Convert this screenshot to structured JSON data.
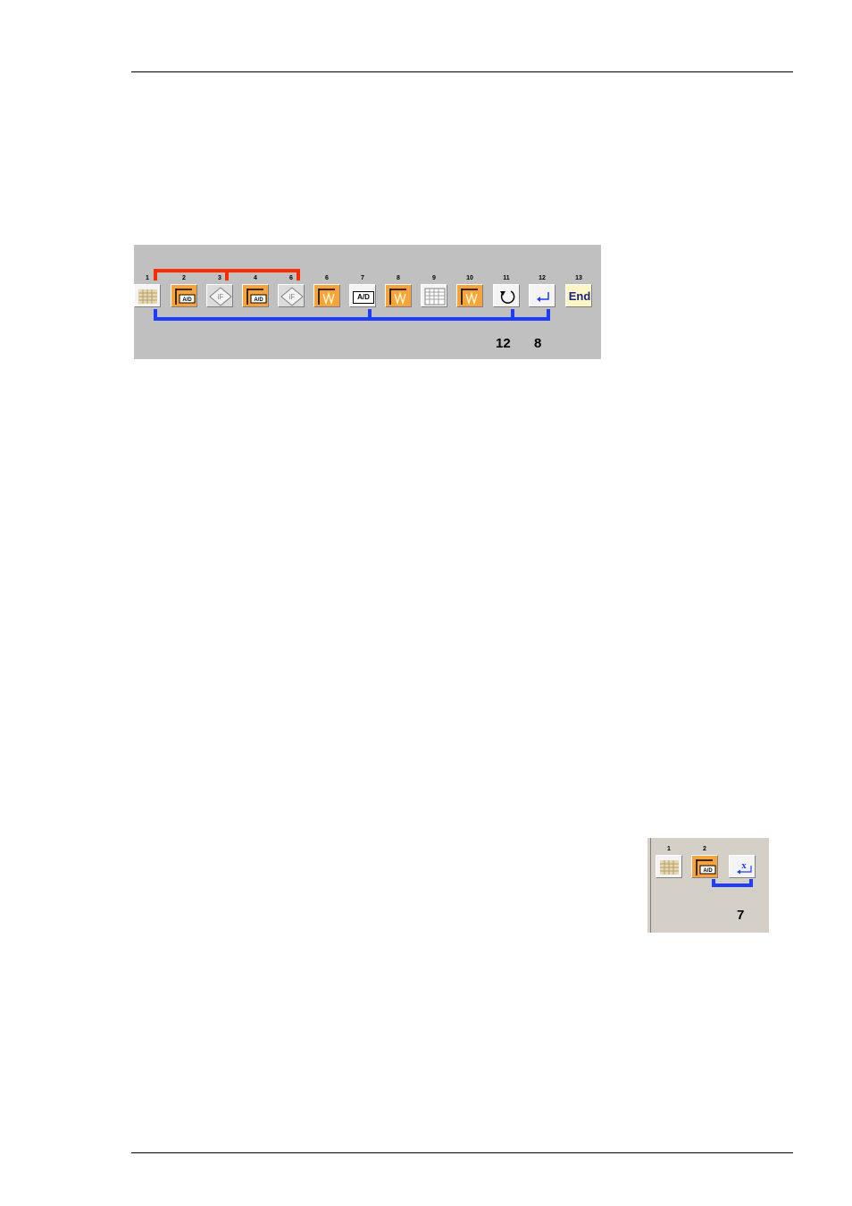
{
  "figure1": {
    "steps": [
      {
        "num": "1",
        "icon": "grid-icon"
      },
      {
        "num": "2",
        "icon": "ad-trigger-icon"
      },
      {
        "num": "3",
        "icon": "if-diamond-icon"
      },
      {
        "num": "4",
        "icon": "ad-trigger-icon"
      },
      {
        "num": "6",
        "icon": "if-diamond-icon"
      },
      {
        "num": "6",
        "icon": "waveform-icon"
      },
      {
        "num": "7",
        "icon": "ad-icon",
        "text": "A/D"
      },
      {
        "num": "8",
        "icon": "waveform-icon"
      },
      {
        "num": "9",
        "icon": "table-icon"
      },
      {
        "num": "10",
        "icon": "waveform-icon"
      },
      {
        "num": "11",
        "icon": "loop-icon"
      },
      {
        "num": "12",
        "icon": "return-icon"
      },
      {
        "num": "13",
        "icon": "end-icon",
        "text": "End"
      }
    ],
    "labels": [
      "12",
      "8"
    ],
    "colors": {
      "panel": "#c0c0c0",
      "red_link": "#ff2a00",
      "blue_link": "#1f3cff"
    }
  },
  "figure2": {
    "steps": [
      {
        "num": "1",
        "icon": "grid-icon"
      },
      {
        "num": "2",
        "icon": "ad-trigger-icon"
      },
      {
        "num": "",
        "icon": "exit-x-icon"
      }
    ],
    "label": "7",
    "colors": {
      "panel": "#d4d0c8",
      "blue_link": "#1f3cff"
    }
  }
}
